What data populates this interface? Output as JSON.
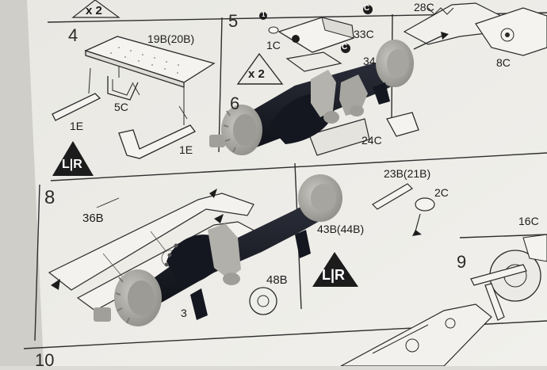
{
  "steps": {
    "s4": "4",
    "s5": "5",
    "s6": "6",
    "s8": "8",
    "s9": "9",
    "s10": "10"
  },
  "multipliers": {
    "top_left": "x 2",
    "step5": "x 2"
  },
  "parts": {
    "p19b": "19B(20B)",
    "p5c": "5C",
    "p1e_a": "1E",
    "p1e_b": "1E",
    "p1c": "1C",
    "p33c": "33C",
    "p34": "34",
    "p24c": "24C",
    "p28c": "28C",
    "p8c": "8C",
    "p23b": "23B(21B)",
    "p2c": "2C",
    "p43b": "43B(44B)",
    "p36b": "36B",
    "p48b": "48B",
    "p16c": "16C",
    "p3": "3"
  },
  "markers": {
    "c": "C",
    "d": "1"
  },
  "lr_badge": {
    "l": "L",
    "r": "R"
  },
  "colors": {
    "paper": "#eceae6",
    "line": "#2a2a2a",
    "plastic_grey": "#a9a8a2",
    "plastic_black": "#1c1e26",
    "background": "#dcdbd6"
  }
}
